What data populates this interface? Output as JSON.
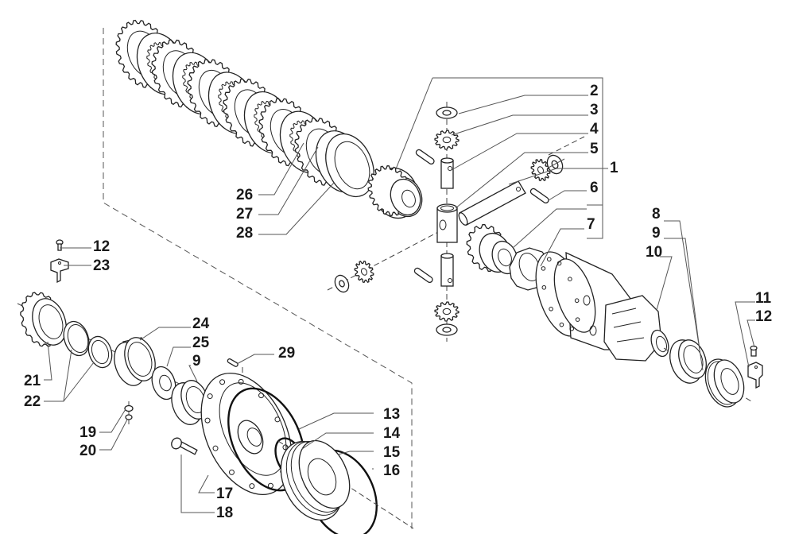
{
  "diagram": {
    "type": "exploded-parts-diagram",
    "subject": "Differential assembly with multi-plate clutch pack",
    "colors": {
      "line": "#222222",
      "background": "#ffffff",
      "label": "#1a1a1a"
    },
    "callouts": [
      {
        "id": "1",
        "label": "1",
        "part": "cross shaft (long pin)"
      },
      {
        "id": "2",
        "label": "2",
        "part": "thrust washer (upper pinion)"
      },
      {
        "id": "3",
        "label": "3",
        "part": "planetary pinion (upper)"
      },
      {
        "id": "4",
        "label": "4",
        "part": "short pin (upper)"
      },
      {
        "id": "5",
        "label": "5",
        "part": "pinion gear with washer (right)"
      },
      {
        "id": "6",
        "label": "6",
        "part": "roll pin"
      },
      {
        "id": "7",
        "label": "7",
        "part": "thrust washer (side gear)"
      },
      {
        "id": "8",
        "label": "8",
        "part": "ring nut"
      },
      {
        "id": "9",
        "label": "9",
        "part": "taper roller bearing"
      },
      {
        "id": "10",
        "label": "10",
        "part": "differential housing"
      },
      {
        "id": "11",
        "label": "11",
        "part": "lock plate"
      },
      {
        "id": "12",
        "label": "12",
        "part": "screw"
      },
      {
        "id": "13",
        "label": "13",
        "part": "O-ring (large)"
      },
      {
        "id": "14",
        "label": "14",
        "part": "O-ring (small)"
      },
      {
        "id": "15",
        "label": "15",
        "part": "piston"
      },
      {
        "id": "16",
        "label": "16",
        "part": "O-ring (piston)"
      },
      {
        "id": "17",
        "label": "17",
        "part": "cover / flange"
      },
      {
        "id": "18",
        "label": "18",
        "part": "bolt"
      },
      {
        "id": "19",
        "label": "19",
        "part": "washer"
      },
      {
        "id": "20",
        "label": "20",
        "part": "seal washer"
      },
      {
        "id": "21",
        "label": "21",
        "part": "ring nut (left)"
      },
      {
        "id": "22",
        "label": "22",
        "part": "seals / spacer rings"
      },
      {
        "id": "23",
        "label": "23",
        "part": "lock plate (left)"
      },
      {
        "id": "24",
        "label": "24",
        "part": "bearing cup"
      },
      {
        "id": "25",
        "label": "25",
        "part": "spacer washer"
      },
      {
        "id": "26",
        "label": "26",
        "part": "clutch disc (inner teeth)"
      },
      {
        "id": "27",
        "label": "27",
        "part": "clutch plate (outer teeth)"
      },
      {
        "id": "28",
        "label": "28",
        "part": "pressure plate"
      },
      {
        "id": "29",
        "label": "29",
        "part": "dowel pin"
      }
    ]
  }
}
